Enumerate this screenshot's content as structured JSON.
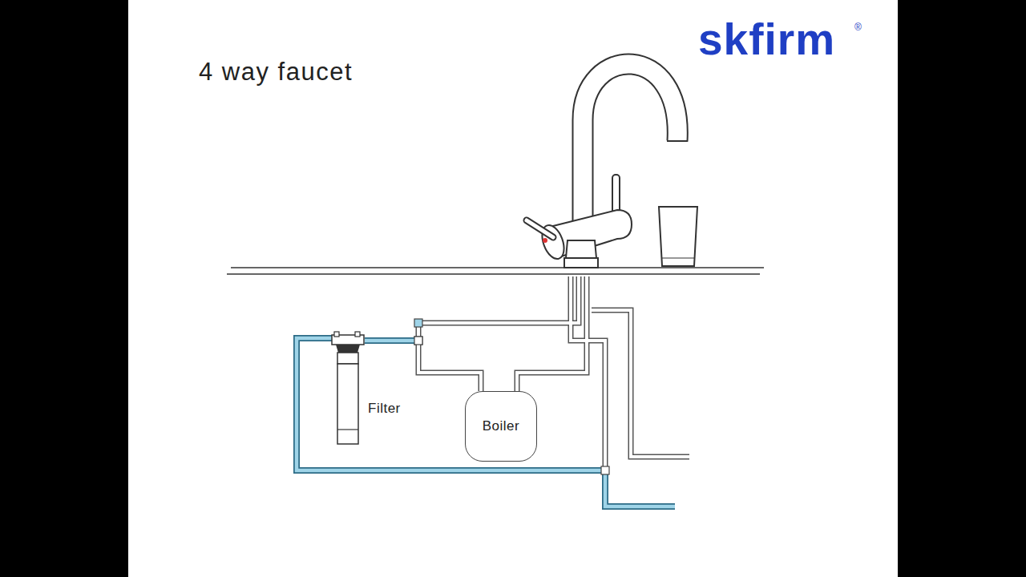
{
  "diagram": {
    "title": "4 way faucet",
    "nodes": [
      {
        "text": [
          "Filter"
        ]
      },
      {
        "text": [
          "Boiler"
        ]
      }
    ],
    "edges": [
      {
        "from": 0,
        "to": 1,
        "arrow": "none"
      }
    ],
    "labels": [
      "skfirm",
      "®"
    ]
  }
}
